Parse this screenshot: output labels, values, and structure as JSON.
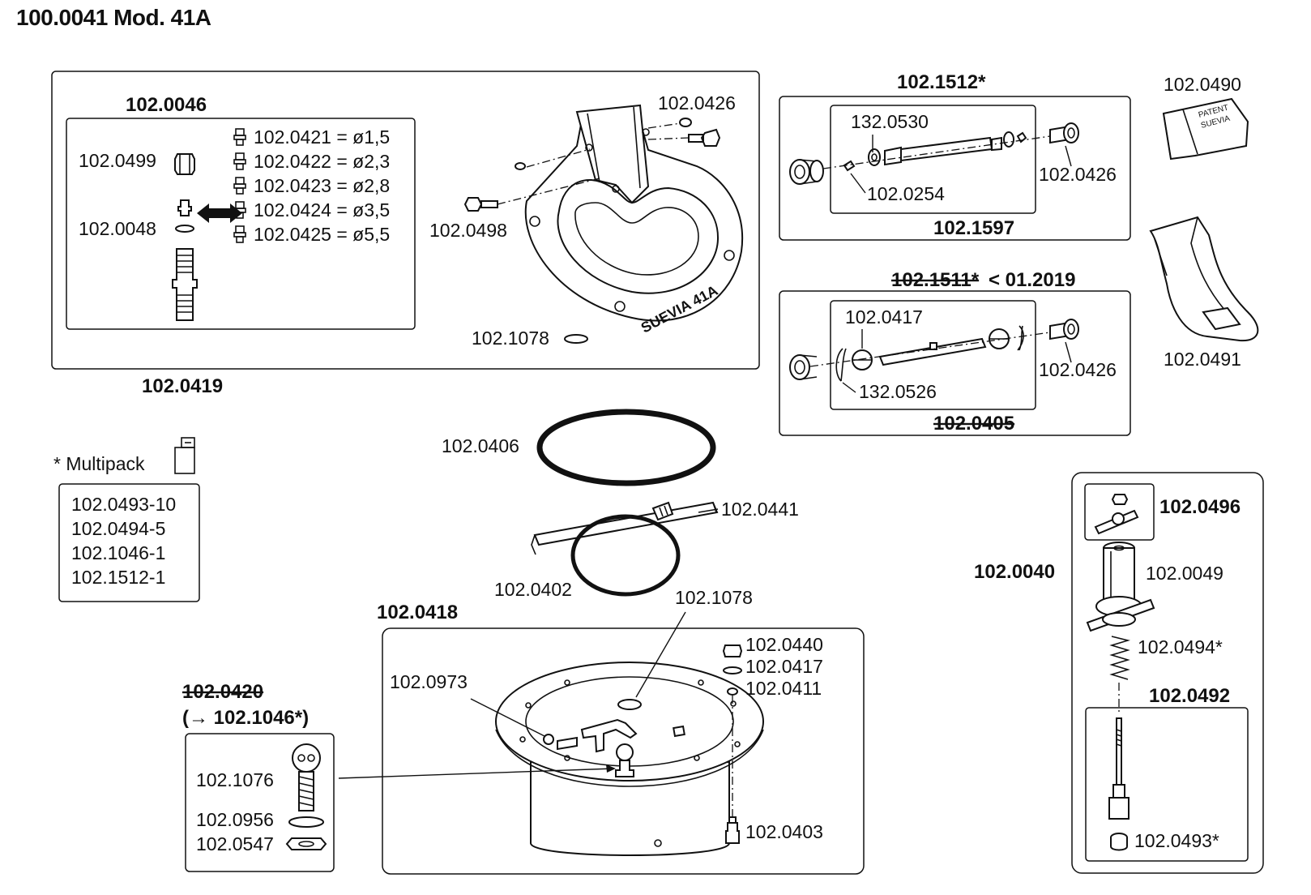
{
  "title": "100.0041 Mod. 41A",
  "top_left": {
    "group_label": "102.0419",
    "inner_label": "102.0046",
    "nozzles": [
      "102.0421 = ø1,5",
      "102.0422 = ø2,3",
      "102.0423 = ø2,8",
      "102.0424 = ø3,5",
      "102.0425 = ø5,5"
    ],
    "cap": "102.0499",
    "valve": "102.0048",
    "bowl_bolt": "102.0498",
    "pin": "102.0426",
    "gasket": "102.1078",
    "bowl_text": "SUEVIA 41A"
  },
  "axle_set": {
    "label": "102.1512*",
    "inner_label": "102.1597",
    "part_a": "132.0530",
    "part_b": "102.0254",
    "pin": "102.0426"
  },
  "axle_set_old": {
    "label": "102.1511*",
    "suffix": " < 01.2019",
    "inner_label": "102.0405",
    "part_a": "102.0417",
    "part_b": "132.0526",
    "pin": "102.0426"
  },
  "covers": {
    "cover_a": "102.0490",
    "cover_a_text_1": "PATENT",
    "cover_a_text_2": "SUEVIA",
    "cover_b": "102.0491"
  },
  "multipack": {
    "title": "* Multipack",
    "items": [
      "102.0493-10",
      "102.0494-5",
      "102.1046-1",
      "102.1512-1"
    ]
  },
  "rings": {
    "big_ring": "102.0406",
    "bracket": "102.0441",
    "small_ring": "102.0402"
  },
  "base": {
    "label": "102.0418",
    "gasket": "102.1078",
    "screw": "102.0973",
    "nut": "102.0440",
    "washer": "102.0417",
    "ring": "102.0411",
    "bolt": "102.0403"
  },
  "valve_old": {
    "label": "102.0420",
    "replaced_by": "(→ 102.1046*)",
    "ball": "102.1076",
    "washer": "102.0956",
    "nut": "102.0547"
  },
  "valve_assembly": {
    "label": "102.0040",
    "top_label": "102.0496",
    "body": "102.0049",
    "spring": "102.0494*",
    "rod_label": "102.0492",
    "plug": "102.0493*"
  }
}
